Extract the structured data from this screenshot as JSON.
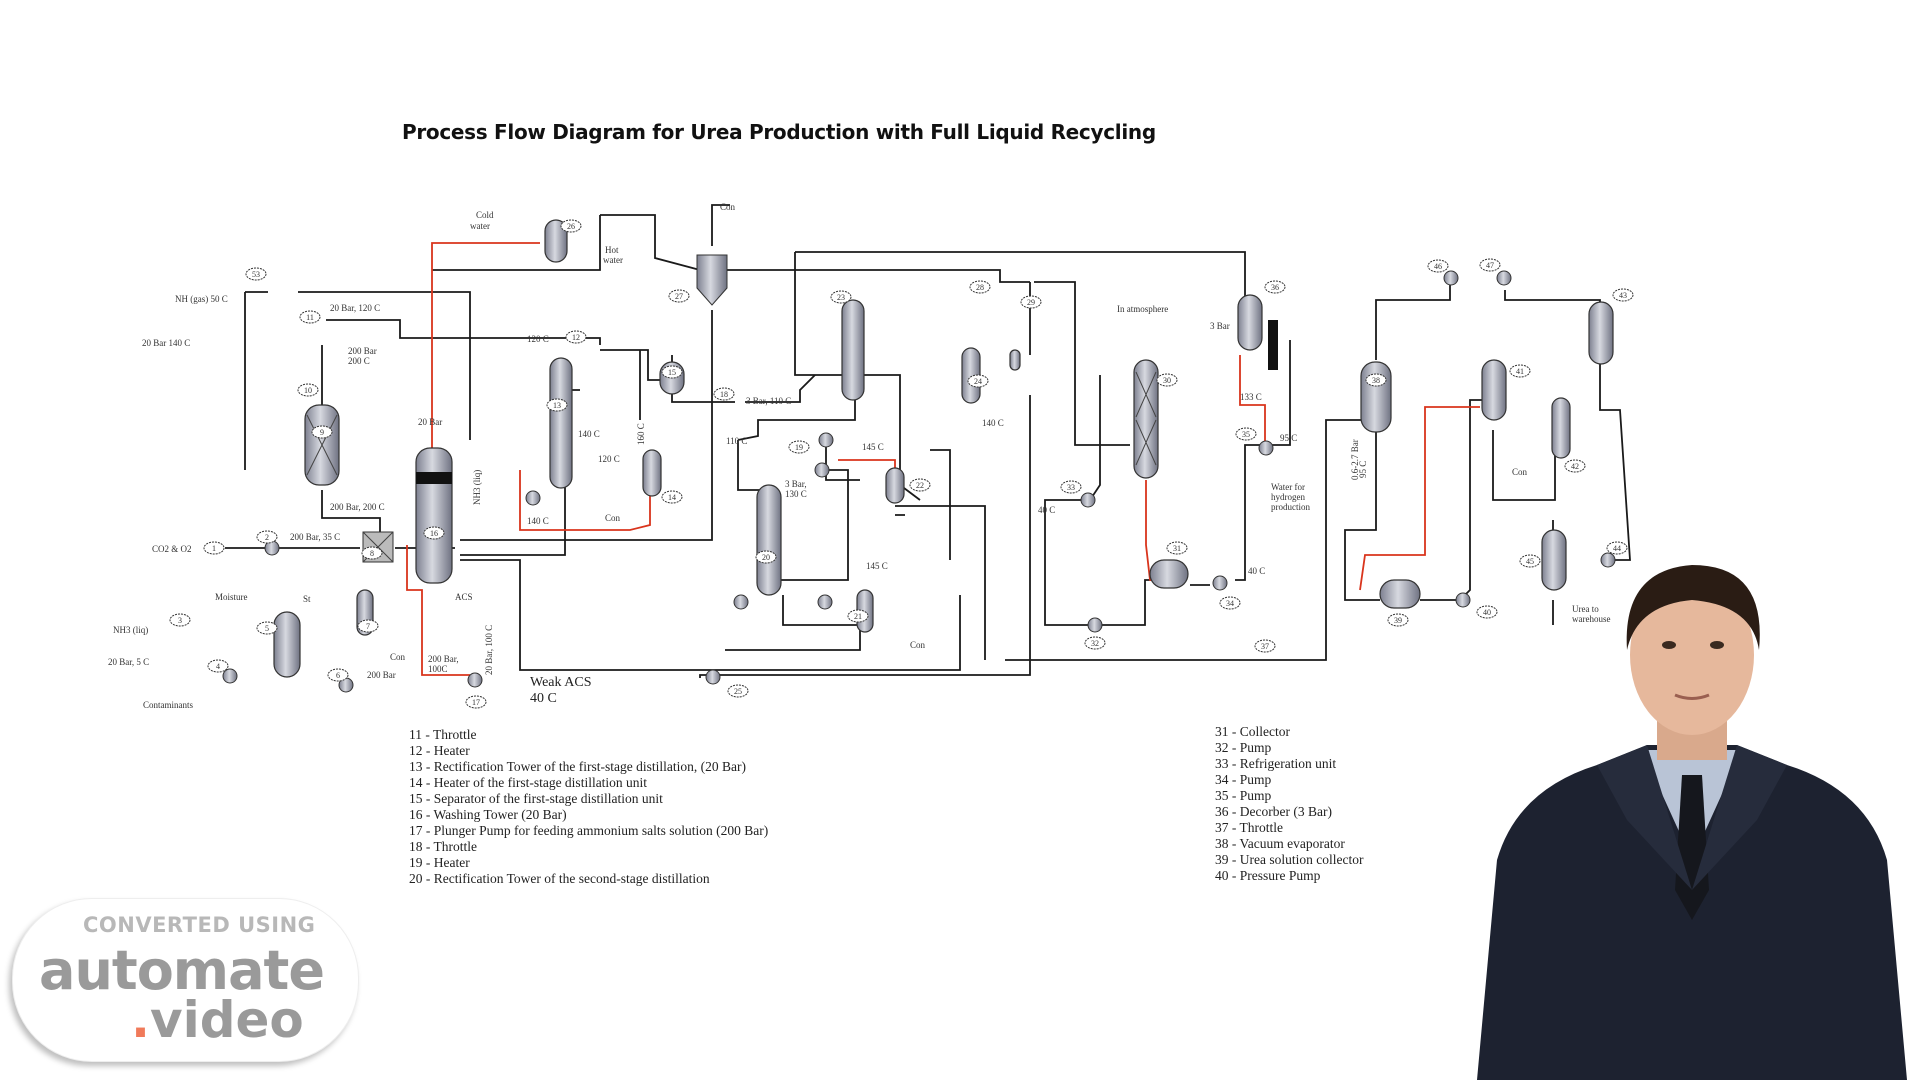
{
  "title": "Process Flow Diagram for Urea Production with Full Liquid Recycling",
  "colors": {
    "pipe": "#1a1a1a",
    "hot_pipe": "#d9341c",
    "vessel": "#a9acb6",
    "background": "#ffffff"
  },
  "stream_labels": [
    "Cold",
    "water",
    "Hot",
    "water",
    "Con",
    "NH (gas) 50 C",
    "20 Bar 140 C",
    "20 Bar, 120 C",
    "200 Bar",
    "200 C",
    "20 Bar",
    "200 Bar, 200 C",
    "200 Bar, 35 C",
    "CO2 & O2",
    "Moisture",
    "St",
    "NH3 (liq)",
    "20 Bar, 5 C",
    "Contaminants",
    "Con",
    "200 Bar",
    "200 Bar,",
    "100C",
    "20 Bar, 100 C",
    "ACS",
    "120 C",
    "140 C",
    "120 C",
    "140 C",
    "Con",
    "160 C",
    "NH3 (liq)",
    "3 Bar, 110 C",
    "110 C",
    "145 C",
    "3 Bar,",
    "130 C",
    "145 C",
    "Con",
    "140 C",
    "In atmosphere",
    "40 C",
    "3 Bar",
    "133 C",
    "95 C",
    "Water for",
    "hydrogen",
    "production",
    "40 C",
    "0.6-2.7 Bar",
    "95 C",
    "Con",
    "Urea to",
    "warehouse"
  ],
  "weak_acs": {
    "line1": "Weak ACS",
    "line2": "40 C"
  },
  "equipment_tags": [
    "1",
    "2",
    "3",
    "4",
    "5",
    "6",
    "7",
    "8",
    "9",
    "10",
    "11",
    "12",
    "13",
    "14",
    "15",
    "16",
    "17",
    "18",
    "19",
    "20",
    "21",
    "22",
    "23",
    "24",
    "25",
    "26",
    "27",
    "28",
    "29",
    "30",
    "31",
    "32",
    "33",
    "34",
    "35",
    "36",
    "37",
    "38",
    "39",
    "40",
    "41",
    "42",
    "43",
    "44",
    "45",
    "46",
    "47",
    "53"
  ],
  "legend_left": [
    "11 - Throttle",
    "12 - Heater",
    "13 - Rectification Tower of the first-stage distillation, (20 Bar)",
    "14 - Heater of the first-stage distillation unit",
    "15 - Separator of the first-stage distillation unit",
    "16 - Washing Tower (20 Bar)",
    "17 - Plunger Pump for feeding ammonium salts solution (200 Bar)",
    "18 - Throttle",
    "19 - Heater",
    "20 - Rectification Tower of the second-stage distillation"
  ],
  "legend_right": [
    "31 - Collector",
    "32 - Pump",
    "33 - Refrigeration unit",
    "34 - Pump",
    "35 - Pump",
    "36 - Decorber (3 Bar)",
    "37 - Throttle",
    "38 - Vacuum evaporator",
    "39 - Urea solution collector",
    "40 - Pressure Pump"
  ],
  "watermark": {
    "line1": "CONVERTED USING",
    "line2": "automate",
    "line3_dot": ".",
    "line3": "video"
  }
}
